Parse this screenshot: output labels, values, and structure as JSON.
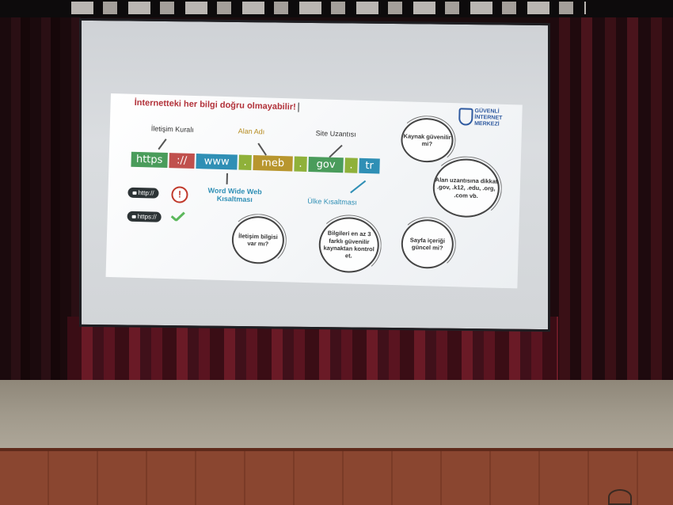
{
  "slide": {
    "title": "İnternetteki her bilgi doğru olmayabilir!",
    "labels": {
      "protocol_rule": "İletişim Kuralı",
      "domain_name": "Alan Adı",
      "site_extension": "Site Uzantısı",
      "www_abbr_1": "Word Wide Web",
      "www_abbr_2": "Kısaltması",
      "country_abbr": "Ülke Kısaltması"
    },
    "url_segments": [
      {
        "text": "https",
        "color": "#4a9c5b"
      },
      {
        "text": "://",
        "color": "#c0504d"
      },
      {
        "text": "www",
        "color": "#2f8fb5"
      },
      {
        "text": ".",
        "color": "#8fb13a"
      },
      {
        "text": "meb",
        "color": "#b8962e"
      },
      {
        "text": ".",
        "color": "#8fb13a"
      },
      {
        "text": "gov",
        "color": "#4a9c5b"
      },
      {
        "text": ".",
        "color": "#8fb13a"
      },
      {
        "text": "tr",
        "color": "#2f8fb5"
      }
    ],
    "pills": {
      "http": "http://",
      "https": "https://",
      "warn_symbol": "!"
    },
    "bubbles": {
      "source_trust": "Kaynak güvenilir mi?",
      "domain_ext": "Alan uzantısına dikkat .gov, .k12, .edu, .org, .com vb.",
      "page_updated": "Sayfa içeriği güncel mi?",
      "three_sources": "Bilgileri en az 3 farklı güvenilir kaynaktan kontrol et.",
      "contact_info": "İletişim bilgisi var mı?"
    },
    "logo": {
      "line1": "GÜVENLİ",
      "line2": "İNTERNET",
      "line3": "MERKEZİ"
    }
  },
  "colors": {
    "title_red": "#b2323a",
    "accent_blue": "#2f8fb5",
    "accent_gold": "#b58b1f",
    "check_green": "#5cb85c",
    "warn_red": "#c0392b"
  }
}
